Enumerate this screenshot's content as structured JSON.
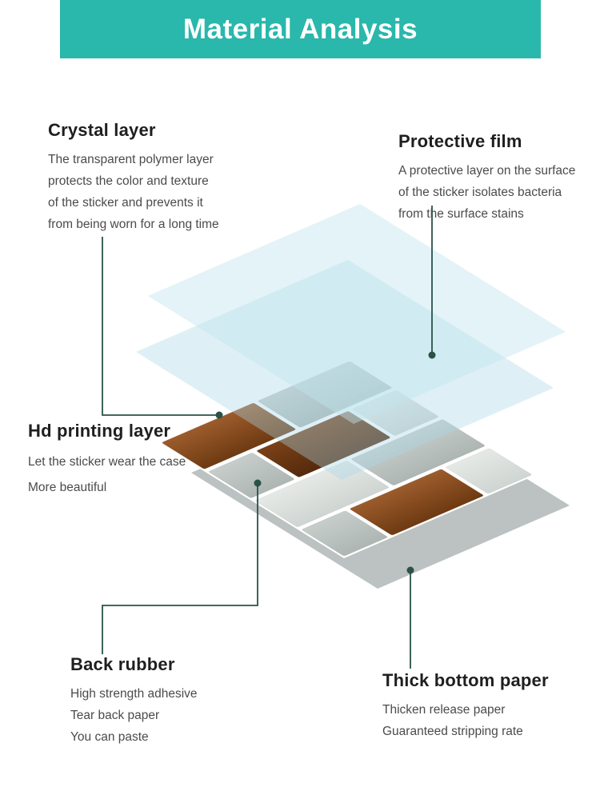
{
  "header": {
    "title": "Material Analysis"
  },
  "sections": {
    "crystal": {
      "title": "Crystal layer",
      "description": "The transparent polymer layer\nprotects the color and texture\nof the sticker and prevents it\nfrom being worn for a long time"
    },
    "protective": {
      "title": "Protective film",
      "description": "A protective layer on the surface\nof the sticker isolates bacteria\nfrom the surface stains"
    },
    "hd": {
      "title": "Hd printing layer",
      "description": "Let the sticker wear the case\nMore beautiful"
    },
    "back": {
      "title": "Back rubber",
      "description": "High strength adhesive\nTear back paper\nYou can paste"
    },
    "bottom": {
      "title": "Thick bottom paper",
      "description": "Thicken release paper\nGuaranteed stripping rate"
    }
  },
  "colors": {
    "accent_teal": "#2ab7ac",
    "header_text": "#ffffff",
    "heading_text": "#1f1f1f",
    "body_text": "#4b4b4b",
    "callout_line": "#2a5248",
    "film_blue": "#a9d8e7",
    "film_blue_light": "#c2e4ee",
    "bottom_paper_gray": "#bcc1c1",
    "grout_white": "#ffffff",
    "tile_copper": "#9c5c2c",
    "tile_copper_dark": "#6e3a12",
    "tile_brown_dark": "#7a4118",
    "tile_brown_darker": "#552a0c",
    "tile_gray": "#c6cdca",
    "tile_gray_dark": "#aeb6b3",
    "tile_pale": "#e5e9e6",
    "tile_pale_dark": "#cfd5d2"
  }
}
